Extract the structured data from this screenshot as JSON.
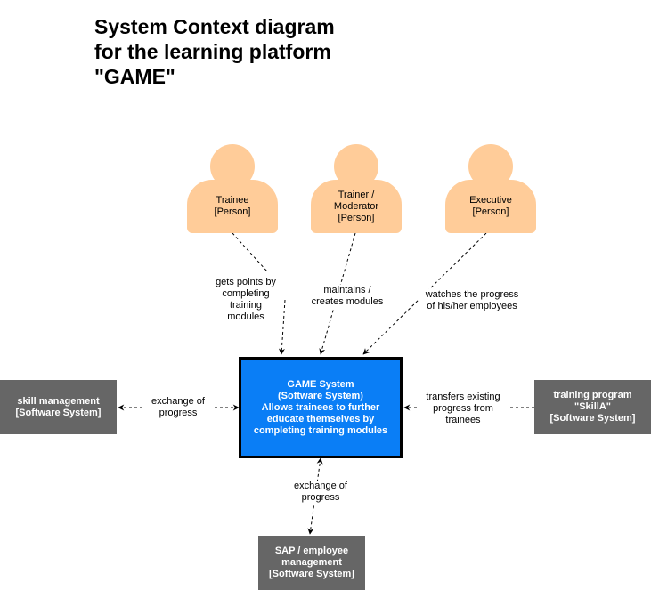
{
  "title": [
    "System Context diagram",
    "for the learning platform",
    "\"GAME\""
  ],
  "persons": {
    "trainee": [
      "Trainee",
      "[Person]"
    ],
    "trainer": [
      "Trainer /",
      "Moderator",
      "[Person]"
    ],
    "executive": [
      "Executive",
      "[Person]"
    ]
  },
  "systems": {
    "game": [
      "GAME System",
      "(Software System)",
      "Allows trainees to further",
      "educate themselves by",
      "completing training modules"
    ],
    "skill_management": [
      "skill management",
      "[Software System]"
    ],
    "training_program": [
      "training program",
      "\"SkillA\"",
      "[Software System]"
    ],
    "sap": [
      "SAP / employee",
      "management",
      "[Software System]"
    ]
  },
  "relations": {
    "trainee_game": [
      "gets points by",
      "completing",
      "training",
      "modules"
    ],
    "trainer_game": [
      "maintains /",
      "creates modules"
    ],
    "executive_game": [
      "watches the progress",
      "of his/her employees"
    ],
    "skill_game": [
      "exchange of",
      "progress"
    ],
    "skilla_game": [
      "transfers existing",
      "progress from",
      "trainees"
    ],
    "sap_game": [
      "exchange of",
      "progress"
    ]
  },
  "colors": {
    "person": "#ffcc99",
    "game_system": "#0a7ef6",
    "external_system": "#666666",
    "edge": "#000000"
  }
}
